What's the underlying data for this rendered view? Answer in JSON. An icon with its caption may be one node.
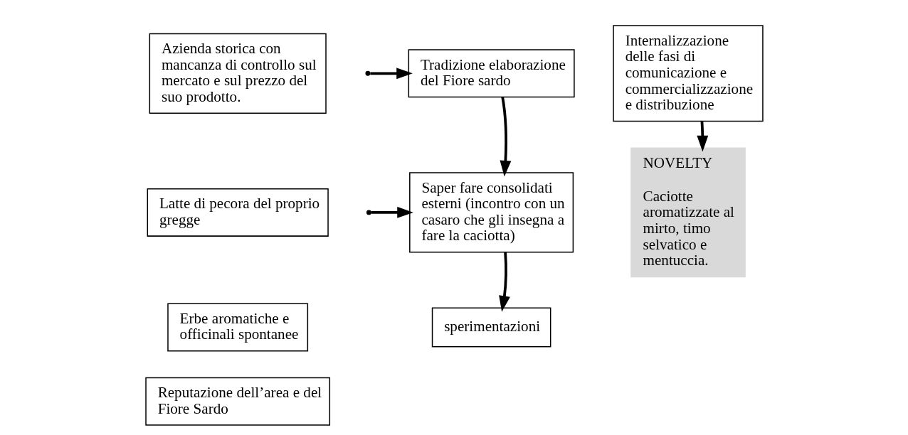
{
  "diagram": {
    "nodes": [
      {
        "text": [
          "Azienda storica con mancanza di controllo sul mercato e sul prezzo del suo prodotto."
        ]
      },
      {
        "text": [
          "Latte di pecora del proprio gregge"
        ]
      },
      {
        "text": [
          "Erbe aromatiche e officinali spontanee"
        ]
      },
      {
        "text": [
          "Reputazione dell’area e del Fiore Sardo"
        ]
      },
      {
        "text": [
          "Tradizione elaborazione del Fiore sardo"
        ]
      },
      {
        "text": [
          "Saper fare consolidati esterni (incontro con un casaro che gli insegna a fare la caciotta)"
        ]
      },
      {
        "text": [
          "sperimentazioni"
        ]
      },
      {
        "text": [
          "Internalizzazione delle fasi di comunicazione e commercializzazione e distribuzione"
        ]
      },
      {
        "text": [
          "NOVELTY",
          "Caciotte aromatizzate al mirto, timo selvatico e mentuccia."
        ]
      }
    ],
    "edges": [
      {
        "from": null,
        "to": 4,
        "arrow": "to"
      },
      {
        "from": null,
        "to": 5,
        "arrow": "to"
      },
      {
        "from": 4,
        "to": 5,
        "arrow": "to"
      },
      {
        "from": 5,
        "to": 6,
        "arrow": "to"
      },
      {
        "from": 7,
        "to": 8,
        "arrow": "to"
      }
    ]
  }
}
